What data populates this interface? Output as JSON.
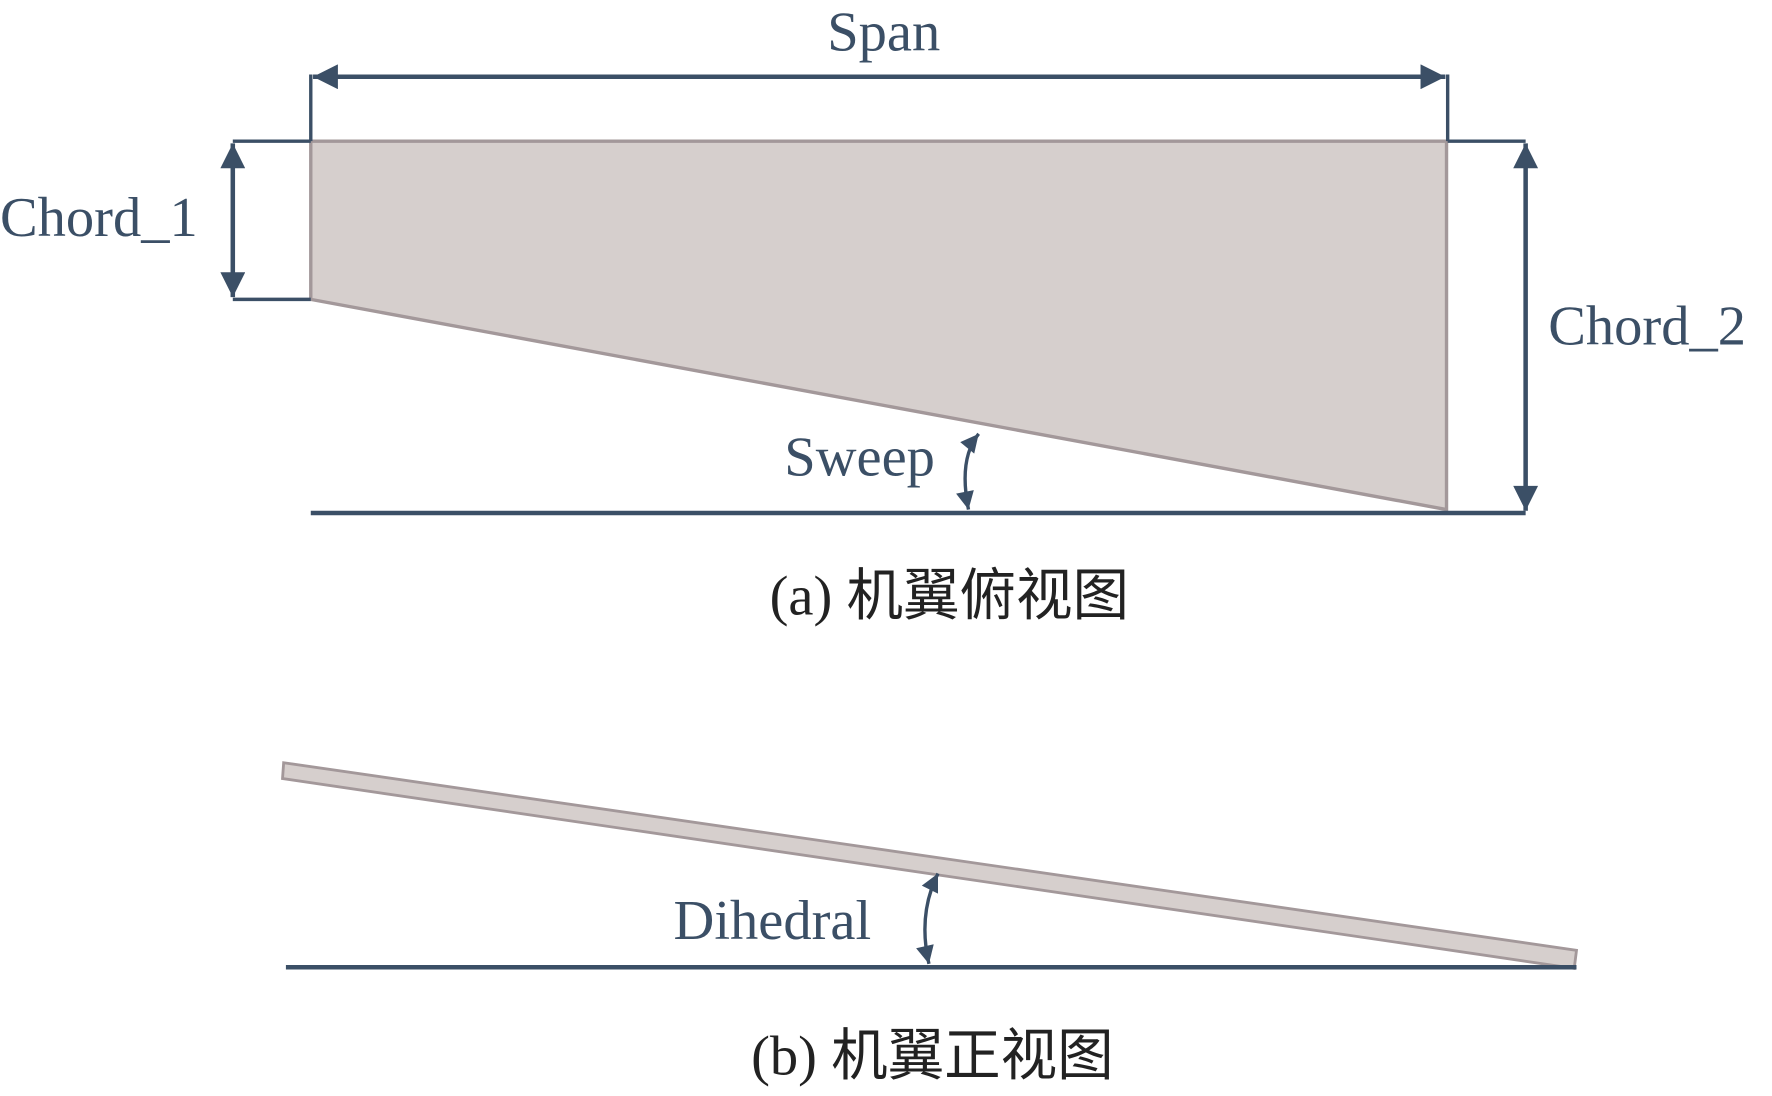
{
  "colors": {
    "ink": "#3b4f66",
    "wing_fill": "#d6cfcd",
    "wing_edge": "#a3989a"
  },
  "top_view": {
    "span_label": "Span",
    "chord1_label": "Chord_1",
    "chord2_label": "Chord_2",
    "sweep_label": "Sweep",
    "caption": "(a) 机翼俯视图"
  },
  "front_view": {
    "dihedral_label": "Dihedral",
    "caption": "(b) 机翼正视图"
  }
}
